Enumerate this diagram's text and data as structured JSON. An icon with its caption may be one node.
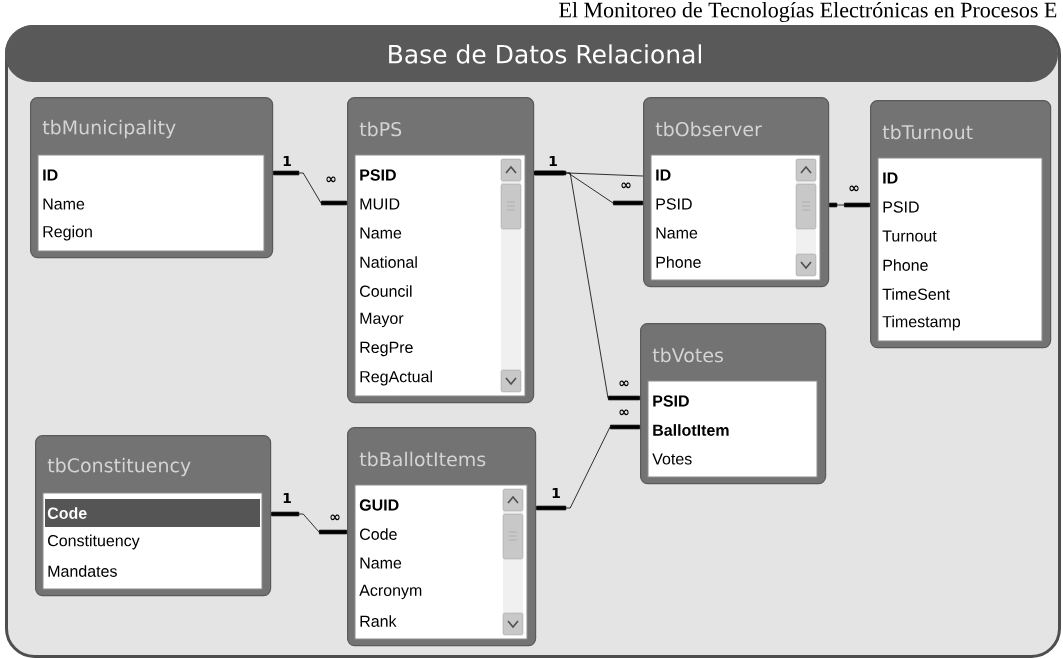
{
  "diagram": {
    "nodes": [
      {
        "text": [
          "Base de Datos Relacional"
        ]
      },
      {
        "text": [
          "tbMunicipality",
          "**ID**",
          "Name",
          "Region"
        ],
        "in": 0
      },
      {
        "text": [
          "tbPS",
          "**PSID**",
          "MUID",
          "Name",
          "National",
          "Council",
          "Mayor",
          "RegPre",
          "RegActual"
        ],
        "in": 0
      },
      {
        "text": [
          "tbObserver",
          "**ID**",
          "PSID",
          "Name",
          "Phone"
        ],
        "in": 0
      },
      {
        "text": [
          "tbTurnout",
          "**ID**",
          "PSID",
          "Turnout",
          "Phone",
          "TimeSent",
          "Timestamp"
        ],
        "in": 0
      },
      {
        "text": [
          "tbVotes",
          "**PSID**",
          "**BallotItem**",
          "Votes"
        ],
        "in": 0
      },
      {
        "text": [
          "tbConstituency",
          "**Code**",
          "Constituency",
          "Mandates"
        ],
        "in": 0
      },
      {
        "text": [
          "tbBallotItems",
          "**GUID**",
          "Code",
          "Name",
          "Acronym",
          "Rank"
        ],
        "in": 0
      }
    ],
    "edges": [
      {
        "from": 1,
        "to": 2,
        "arrow": "other"
      },
      {
        "from": 2,
        "to": 3,
        "arrow": "other"
      },
      {
        "from": 3,
        "to": 4,
        "arrow": "other"
      },
      {
        "from": 2,
        "to": 5,
        "arrow": "other"
      },
      {
        "from": 7,
        "to": 5,
        "arrow": "other"
      },
      {
        "from": 6,
        "to": 7,
        "arrow": "other"
      }
    ],
    "labels": [
      "El Monitoreo de Tecnologías Electrónicas en Procesos E",
      "1",
      "∞",
      "1",
      "∞",
      "∞",
      "∞",
      "∞",
      "1",
      "1",
      "∞"
    ]
  }
}
